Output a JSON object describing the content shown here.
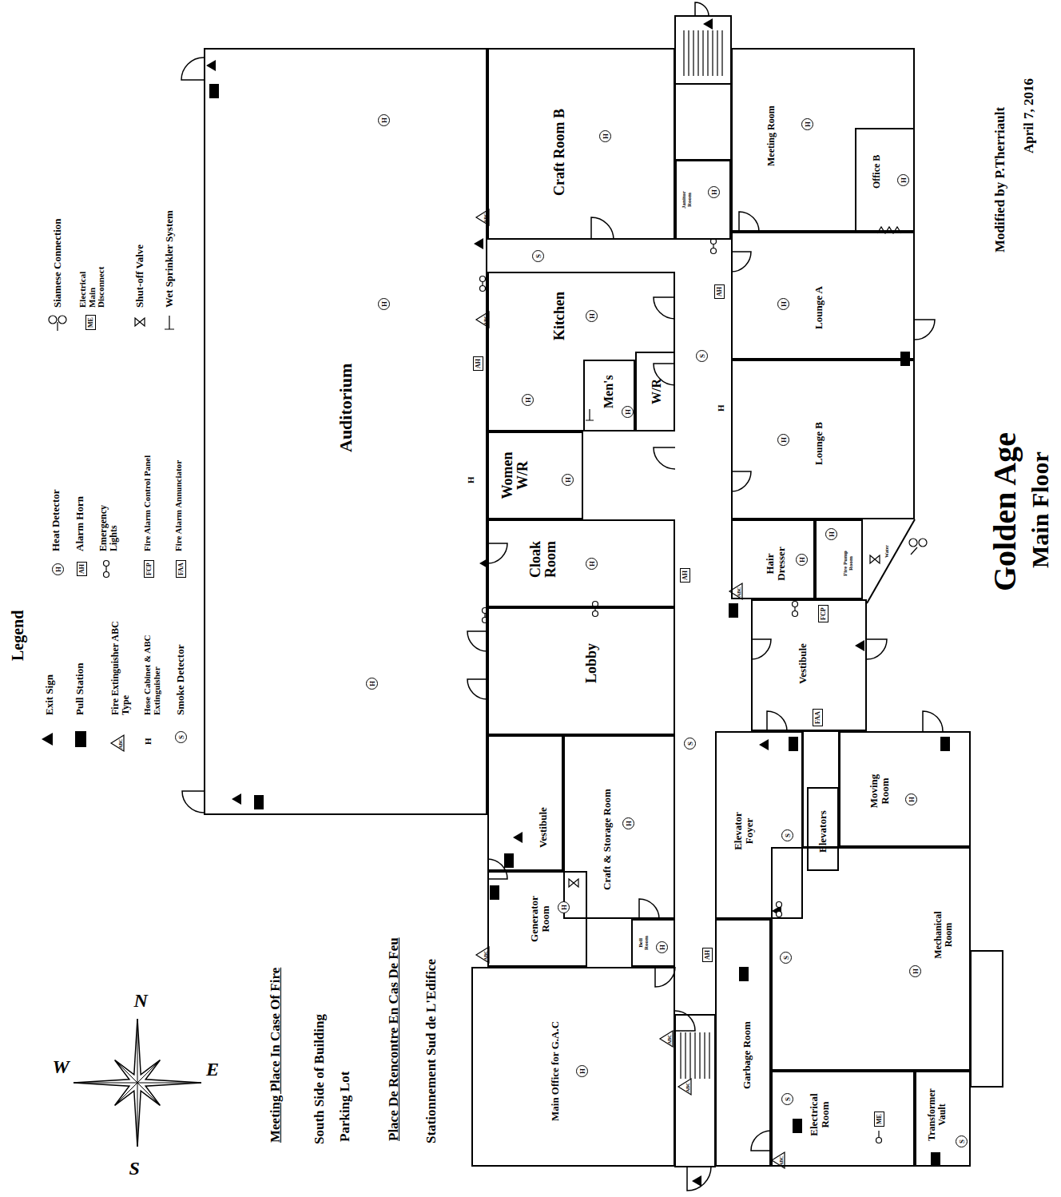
{
  "diagram": {
    "title": "Golden Age",
    "nodes": [
      {
        "text": [
          "Auditorium"
        ]
      },
      {
        "text": [
          "Craft Room B"
        ]
      },
      {
        "text": [
          "Janitor Room"
        ]
      },
      {
        "text": [
          "Meeting Room"
        ]
      },
      {
        "text": [
          "Office B"
        ],
        "in": 3
      },
      {
        "text": [
          "Kitchen"
        ]
      },
      {
        "text": [
          "Men's"
        ],
        "in": 5
      },
      {
        "text": [
          "W/R"
        ],
        "in": 5
      },
      {
        "text": [
          "Women W/R"
        ]
      },
      {
        "text": [
          "Cloak Room"
        ]
      },
      {
        "text": [
          "Lobby"
        ]
      },
      {
        "text": [
          "Lounge A"
        ]
      },
      {
        "text": [
          "Lounge B"
        ]
      },
      {
        "text": [
          "Hair Dresser"
        ]
      },
      {
        "text": [
          "Fire Pump Room"
        ]
      },
      {
        "text": [
          "Vestibule"
        ]
      },
      {
        "text": [
          "Elevator Foyer"
        ]
      },
      {
        "text": [
          "Elevators"
        ]
      },
      {
        "text": [
          "Moving Room"
        ]
      },
      {
        "text": [
          "Mechanical Room"
        ]
      },
      {
        "text": [
          "Garbage Room"
        ]
      },
      {
        "text": [
          "Electrical Room"
        ]
      },
      {
        "text": [
          "Transformer Vault"
        ]
      },
      {
        "text": [
          "Vestibule"
        ]
      },
      {
        "text": [
          "Craft & Storage Room"
        ]
      },
      {
        "text": [
          "Generator Room"
        ]
      },
      {
        "text": [
          "Bell Room"
        ]
      },
      {
        "text": [
          "Main Office for G.A.C"
        ]
      }
    ],
    "labels": [
      "Legend",
      "ABC",
      "H",
      "S",
      "H",
      "AH",
      "FCP",
      "FAA",
      "ME",
      "Meeting Place In Case Of Fire",
      "South Side of Building",
      "Parking Lot",
      "Place De Rencontre En Cas De Feu",
      "Stationnement Sud de L'Edifice",
      "N",
      "S",
      "W",
      "E",
      "Main Floor",
      "Modified by P.Therriault",
      "April 7, 2016",
      "H",
      "H",
      "H",
      "H",
      "H",
      "H",
      "H",
      "H",
      "H",
      "H",
      "H",
      "H",
      "H",
      "H",
      "H",
      "H",
      "H",
      "H",
      "H",
      "H",
      "H",
      "H",
      "S",
      "S",
      "S",
      "S",
      "S",
      "S",
      "S",
      "H",
      "H",
      "AH",
      "AH",
      "AH",
      "AH",
      "FCP",
      "FAA",
      "ME",
      "ABC",
      "ABC",
      "ABC",
      "ABC",
      "ABC",
      "ABC",
      "ABC",
      "Water"
    ],
    "legend": [
      {
        "text": "Exit Sign"
      },
      {
        "text": "Pull Station"
      },
      {
        "text": "Fire Extinguisher ABC Type"
      },
      {
        "text": "Hose Cabinet & ABC Extinguisher"
      },
      {
        "text": "Smoke Detector"
      },
      {
        "text": "Heat Detector"
      },
      {
        "text": "Alarm Horn"
      },
      {
        "text": "Emergency Lights"
      },
      {
        "text": "Fire Alarm Control Panel"
      },
      {
        "text": "Fire Alarm Annunciator"
      },
      {
        "text": "Siamese Connection"
      },
      {
        "text": "Electrical Main Disconnect"
      },
      {
        "text": "Shut-off Valve"
      },
      {
        "text": "Wet Sprinkler System"
      }
    ]
  }
}
